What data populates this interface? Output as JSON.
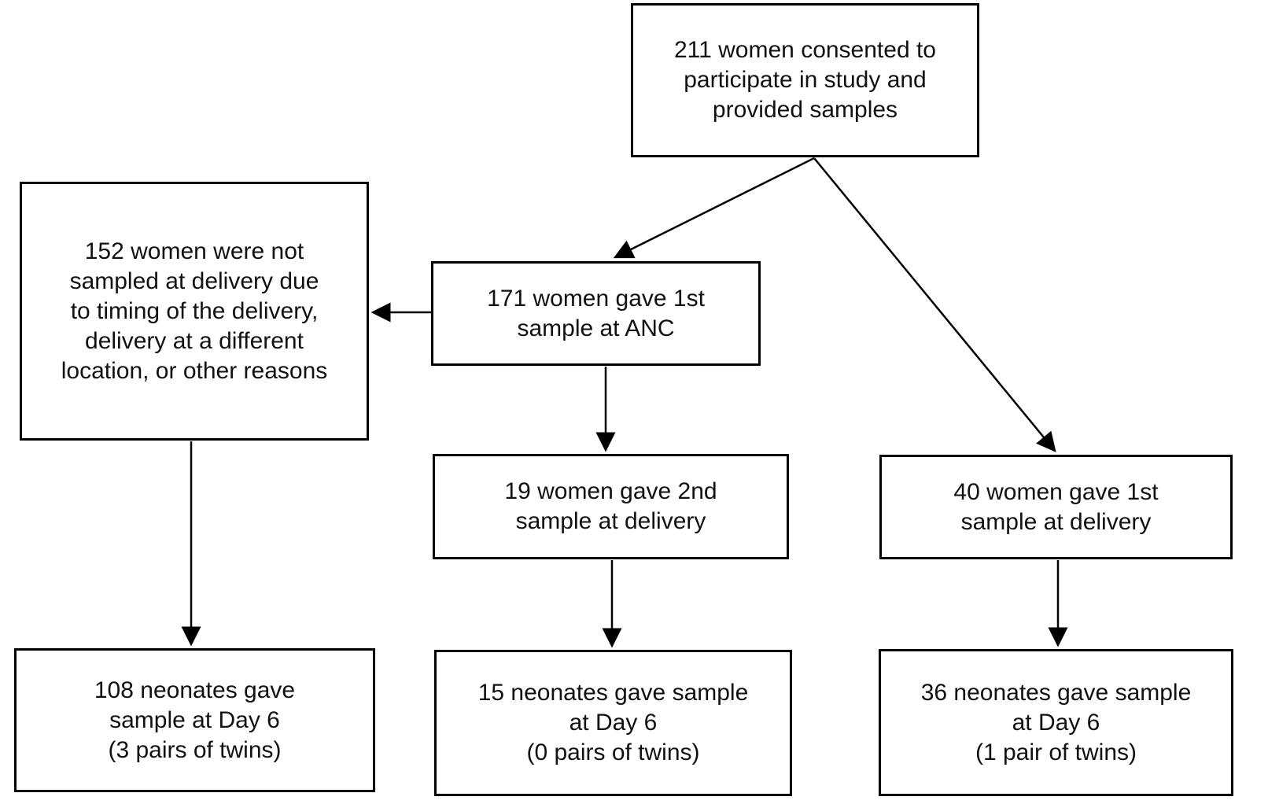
{
  "diagram_type": "flowchart",
  "colors": {
    "background": "#ffffff",
    "box_border": "#000000",
    "text": "#111111",
    "arrow": "#000000"
  },
  "nodes": {
    "consented": {
      "lines": [
        "211 women consented to",
        "participate in study and",
        "provided samples"
      ]
    },
    "not_sampled": {
      "lines": [
        "152 women were not",
        "sampled at delivery due",
        "to timing of the delivery,",
        "delivery at a different",
        "location, or other reasons"
      ]
    },
    "first_anc": {
      "lines": [
        "171 women gave 1st",
        "sample at ANC"
      ]
    },
    "second_delivery": {
      "lines": [
        "19 women gave 2nd",
        "sample at delivery"
      ]
    },
    "first_delivery": {
      "lines": [
        "40 women gave 1st",
        "sample at delivery"
      ]
    },
    "neonates_108": {
      "lines": [
        "108 neonates gave",
        "sample at Day 6",
        "(3 pairs of twins)"
      ]
    },
    "neonates_15": {
      "lines": [
        "15 neonates gave sample",
        "at Day 6",
        "(0 pairs of twins)"
      ]
    },
    "neonates_36": {
      "lines": [
        "36 neonates gave sample",
        "at Day 6",
        "(1 pair of twins)"
      ]
    }
  },
  "edges": [
    {
      "from": "consented",
      "to": "first_anc"
    },
    {
      "from": "consented",
      "to": "first_delivery"
    },
    {
      "from": "first_anc",
      "to": "not_sampled"
    },
    {
      "from": "first_anc",
      "to": "second_delivery"
    },
    {
      "from": "not_sampled",
      "to": "neonates_108"
    },
    {
      "from": "second_delivery",
      "to": "neonates_15"
    },
    {
      "from": "first_delivery",
      "to": "neonates_36"
    }
  ]
}
